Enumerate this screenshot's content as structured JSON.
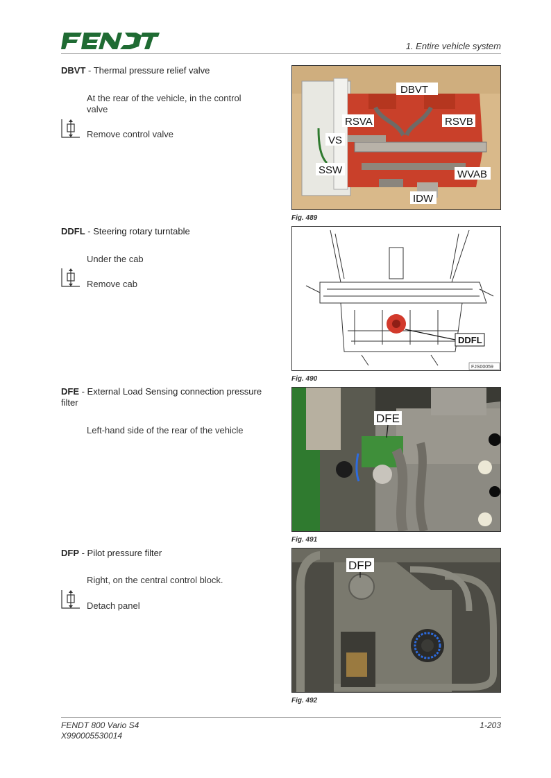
{
  "header": {
    "brand": "FENDT",
    "section": "1. Entire vehicle system"
  },
  "entries": [
    {
      "code": "DBVT",
      "title": " - Thermal pressure relief valve",
      "location": "At the rear of the vehicle, in the control valve",
      "action": "Remove control valve",
      "figure": {
        "caption": "Fig. 489",
        "labels": [
          "DBVT",
          "RSVA",
          "RSVB",
          "VS",
          "SSW",
          "WVAB",
          "IDW"
        ]
      }
    },
    {
      "code": "DDFL",
      "title": " - Steering rotary turntable",
      "location": "Under the cab",
      "action": "Remove cab",
      "figure": {
        "caption": "Fig. 490",
        "labels": [
          "DDFL"
        ],
        "ref": "FJS00059"
      }
    },
    {
      "code": "DFE",
      "title": " - External Load Sensing connection pressure filter",
      "location": "Left-hand side of the rear of the vehicle",
      "figure": {
        "caption": "Fig. 491",
        "labels": [
          "DFE"
        ]
      }
    },
    {
      "code": "DFP",
      "title": " - Pilot pressure filter",
      "location": "Right, on the central control block.",
      "action": "Detach panel",
      "figure": {
        "caption": "Fig. 492",
        "labels": [
          "DFP"
        ]
      }
    }
  ],
  "footer": {
    "model": "FENDT 800 Vario S4",
    "doc_number": "X990005530014",
    "page": "1-203"
  },
  "colors": {
    "brand_green": "#1f6b33",
    "valve_red": "#c9402a",
    "photo_green": "#2f7a2f"
  }
}
